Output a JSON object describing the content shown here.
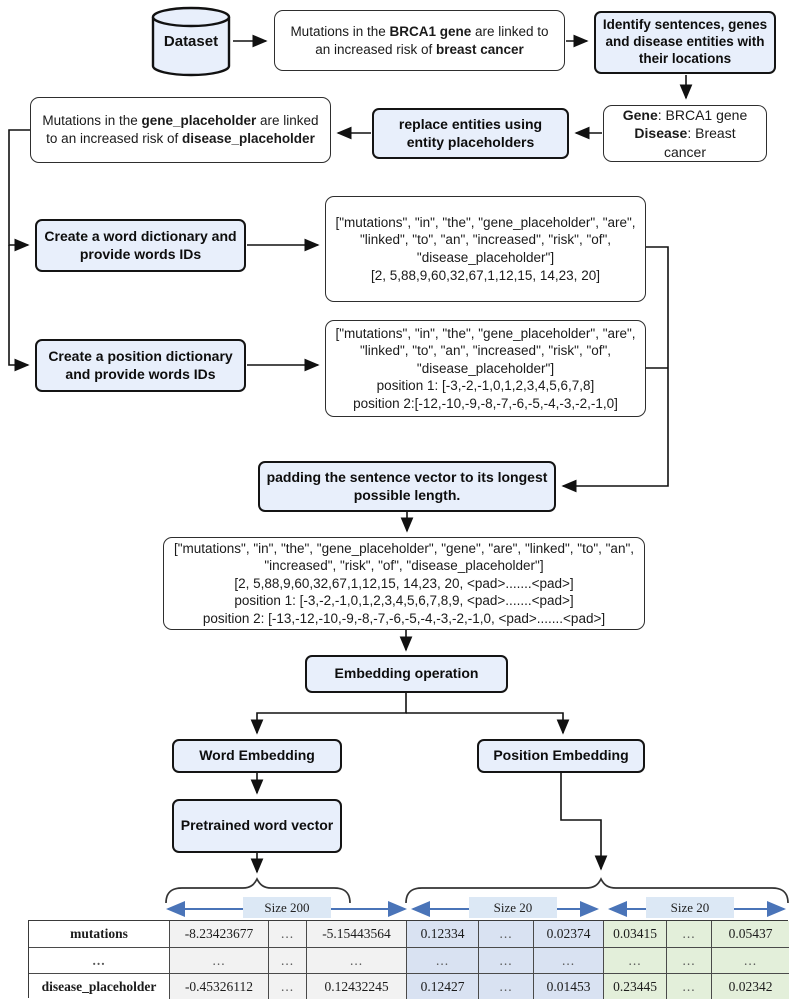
{
  "flow": {
    "dataset_label": "Dataset",
    "source_sentence": {
      "p1": "Mutations in the ",
      "b1": "BRCA1 gene",
      "p2": " are linked to an increased risk of ",
      "b2": "breast cancer"
    },
    "identify_box": "Identify sentences, genes and disease entities with their locations",
    "entities_box": {
      "gene_label": "Gene",
      "gene_value": ": BRCA1 gene",
      "disease_label": "Disease",
      "disease_value": ": Breast cancer"
    },
    "replace_box": "replace entities using entity placeholders",
    "placeholder_sentence": {
      "p1": "Mutations in the ",
      "b1": "gene_placeholder",
      "p2": "  are linked to an increased risk of ",
      "b2": "disease_placeholder"
    },
    "create_word_dict_box": "Create a word dictionary and provide words IDs",
    "word_ids_box": "[\"mutations\", \"in\", \"the\", \"gene_placeholder\", \"are\",\n\"linked\", \"to\", \"an\", \"increased\", \"risk\", \"of\",\n\"disease_placeholder\"]\n[2, 5,88,9,60,32,67,1,12,15, 14,23, 20]",
    "create_position_dict_box": "Create a position dictionary and provide words IDs",
    "position_ids_box": "[\"mutations\", \"in\", \"the\", \"gene_placeholder\", \"are\",\n\"linked\", \"to\", \"an\", \"increased\", \"risk\", \"of\",\n\"disease_placeholder\"]\nposition 1: [-3,-2,-1,0,1,2,3,4,5,6,7,8]\nposition 2:[-12,-10,-9,-8,-7,-6,-5,-4,-3,-2,-1,0]",
    "padding_box": "padding the sentence vector to its longest possible length.",
    "padded_vector_box": "[\"mutations\", \"in\", \"the\", \"gene_placeholder\", \"gene\", \"are\", \"linked\", \"to\", \"an\",\n\"increased\", \"risk\", \"of\", \"disease_placeholder\"]\n[2, 5,88,9,60,32,67,1,12,15, 14,23, 20, <pad>.......<pad>]\nposition 1: [-3,-2,-1,0,1,2,3,4,5,6,7,8,9, <pad>.......<pad>]\nposition 2: [-13,-12,-10,-9,-8,-7,-6,-5,-4,-3,-2,-1,0, <pad>.......<pad>]",
    "embedding_operation_box": "Embedding operation",
    "word_embedding_box": "Word Embedding",
    "position_embedding_box": "Position Embedding",
    "pretrained_box": "Pretrained word vector",
    "size_labels": {
      "word": "Size 200",
      "position1": "Size 20",
      "position2": "Size 20"
    }
  },
  "table": {
    "rows": [
      [
        "mutations",
        "-8.23423677",
        "...",
        "-5.15443564",
        "0.12334",
        "...",
        "0.02374",
        "0.03415",
        "...",
        "0.05437"
      ],
      [
        "...",
        "...",
        "...",
        "...",
        "...",
        "...",
        "...",
        "...",
        "...",
        "..."
      ],
      [
        "disease_placeholder",
        "-0.45326112",
        "...",
        "0.12432245",
        "0.12427",
        "...",
        "0.01453",
        "0.23445",
        "...",
        "0.02342"
      ]
    ]
  },
  "colors": {
    "node_fill": "#e8effb",
    "node_border": "#141414",
    "blue_arrow": "#4a74b8",
    "size_label_bg": "#dce8f5",
    "word_embedding_col": "#f2f2f2",
    "position1_col": "#d9e2f2",
    "position2_col": "#e3efda"
  }
}
